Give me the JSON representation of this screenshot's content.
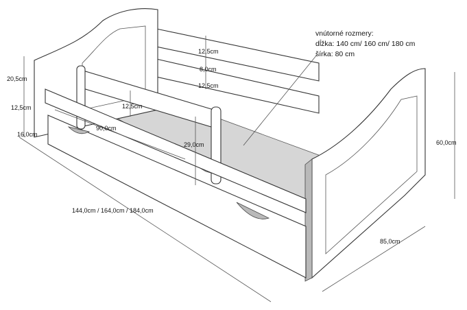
{
  "dims": {
    "slat1": "12,5cm",
    "gap": "8,0cm",
    "slat2": "12,5cm",
    "rail_height": "12,5cm",
    "rail_length": "90,0cm",
    "inner_height": "29,0cm",
    "left_top": "20,5cm",
    "left_mid": "12,5cm",
    "left_bottom": "16,0cm",
    "total_height": "60,0cm",
    "length": "144,0cm / 164,0cm / 184,0cm",
    "depth": "85,0cm"
  },
  "note": {
    "title": "vnútorné rozmery:",
    "length_line": "dĺžka: 140 cm/ 160 cm/ 180 cm",
    "width_line": "šírka: 80 cm"
  }
}
